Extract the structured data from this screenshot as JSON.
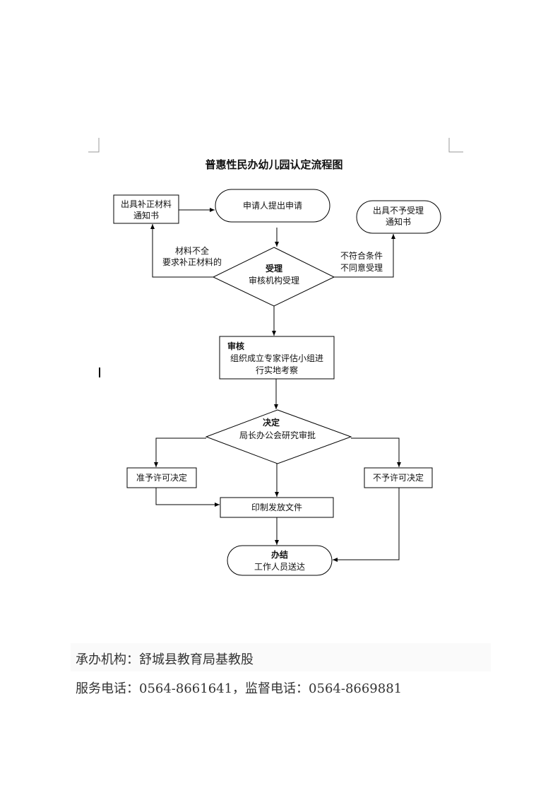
{
  "title": "普惠性民办幼儿园认定流程图",
  "nodes": {
    "apply": "申请人提出申请",
    "supplement": [
      "出具补正材料",
      "通知书"
    ],
    "reject_notice": [
      "出具不予受理",
      "通知书"
    ],
    "accept": {
      "title": "受理",
      "text": "审核机构受理"
    },
    "review": {
      "title": "审核",
      "lines": [
        "组织成立专家评估小组进",
        "行实地考察"
      ]
    },
    "decide": {
      "title": "决定",
      "text": "局长办公会研究审批"
    },
    "grant": "准予许可决定",
    "deny": "不予许可决定",
    "print": "印制发放文件",
    "finish": {
      "title": "办结",
      "text": "工作人员送达"
    }
  },
  "edges": {
    "incomplete": [
      "材料不全",
      "要求补正材料的"
    ],
    "unqualified": [
      "不符合条件",
      "不同意受理"
    ]
  },
  "footer": {
    "org": "承办机构：舒城县教育局基教股",
    "phones": "服务电话：0564-8661641，监督电话：0564-8669881"
  }
}
